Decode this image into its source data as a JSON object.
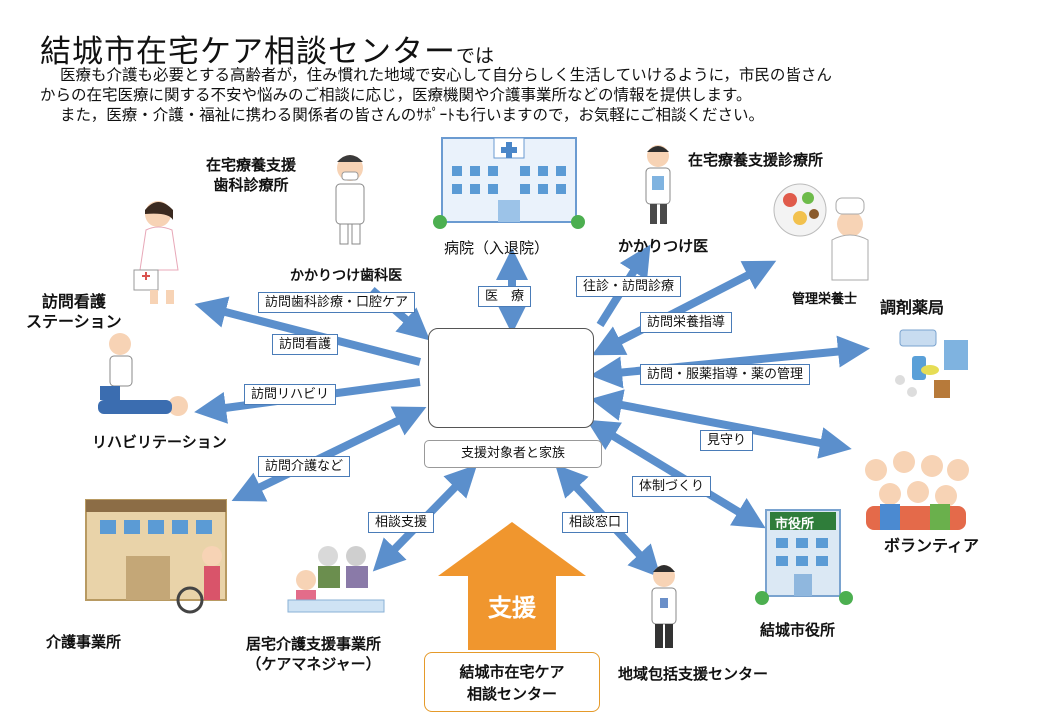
{
  "title": {
    "main": "結城市在宅ケア相談センター",
    "suffix": "では"
  },
  "intro": [
    "医療も介護も必要とする高齢者が，住み慣れた地域で安心して自分らしく生活していけるように，市民の皆さん",
    "からの在宅医療に関する不安や悩みのご相談に応じ，医療機関や介護事業所などの情報を提供します。",
    "また，医療・介護・福祉に携わる関係者の皆さんのｻﾎﾟｰﾄも行いますので，お気軽にご相談ください。"
  ],
  "nodes": {
    "dental_clinic": "在宅療養支援\n歯科診療所",
    "dentist": "かかりつけ歯科医",
    "hospital": "病院（入退院）",
    "clinic": "在宅療養支援診療所",
    "family_doctor": "かかりつけ医",
    "dietitian": "管理栄養士",
    "pharmacy": "調剤薬局",
    "nursing_station": "訪問看護\nステーション",
    "rehab": "リハビリテーション",
    "volunteer": "ボランティア",
    "care_office": "介護事業所",
    "care_manager": "居宅介護支援事業所\n（ケアマネジャー）",
    "community_center": "地域包括支援センター",
    "city_hall": "結城市役所",
    "city_hall_sign": "市役所"
  },
  "center": {
    "family_label": "支援対象者と家族",
    "support_label": "支援",
    "org_name": "結城市在宅ケア\n相談センター"
  },
  "edge_labels": {
    "dental": "訪問歯科診療・口腔ケア",
    "medical": "医　療",
    "home_visit": "往診・訪問診療",
    "nutrition": "訪問栄養指導",
    "nursing": "訪問看護",
    "pharmacy": "訪問・服薬指導・薬の管理",
    "rehab": "訪問リハビリ",
    "watch": "見守り",
    "care": "訪問介護など",
    "system": "体制づくり",
    "consult_support": "相談支援",
    "consult_window": "相談窓口"
  },
  "colors": {
    "arrow": "#5b8fcc",
    "arrow_stroke": "#3f6ea8",
    "support_arrow": "#f0962e",
    "org_border": "#e59a2a"
  }
}
